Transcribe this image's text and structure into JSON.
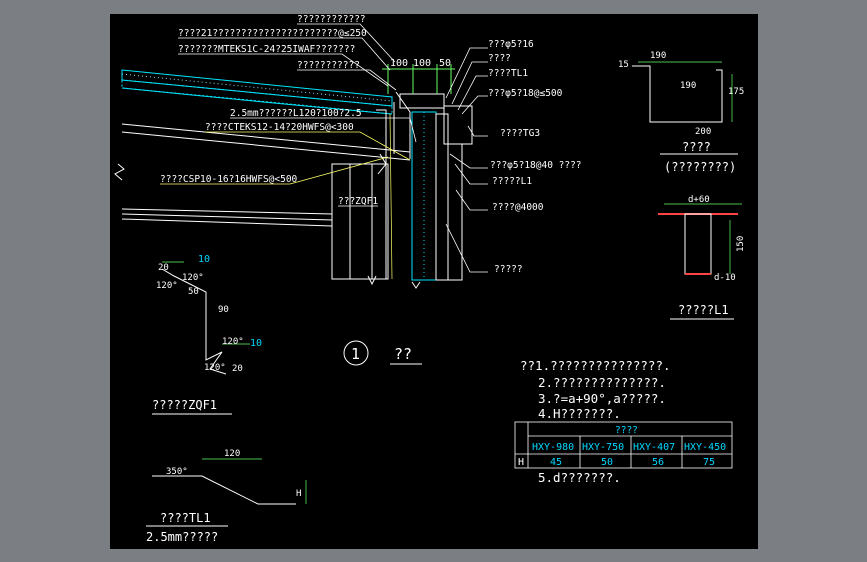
{
  "labels": {
    "l_top": "????????????",
    "l_b": "????21??????????????????????@≤250",
    "l_c": "???????MTEKS1C-24?25IWAF???????",
    "l_d": "???????????",
    "l_e": "2.5mm??????L120?100?2.5",
    "l_f": "????CTEKS12-14?20HWFS@<300",
    "l_g": "????CSP10-16?16HWFS@<500",
    "l_zqf1": "???ZQF1",
    "r1": "???φ5?16",
    "r2": "????",
    "r3": "????TL1",
    "r4": "???φ5?18@≤500",
    "r5": "????TG3",
    "r6": "???φ5?18@40 ????",
    "r7": "?????L1",
    "r8": "????@4000",
    "r9": "?????"
  },
  "dims_top": [
    "100",
    "100",
    "50"
  ],
  "section_no": "1",
  "section_title": "??",
  "tg3": {
    "dims": [
      "15",
      "190",
      "190",
      "175",
      "200"
    ],
    "caption1": "????",
    "caption2": "(????????)"
  },
  "l1": {
    "dims": [
      "d+60",
      "150",
      "d-10"
    ],
    "caption": "?????L1"
  },
  "zqf1": {
    "dims": [
      "10",
      "20",
      "120°",
      "50",
      "120°",
      "90",
      "120°",
      "10",
      "120°",
      "20"
    ],
    "caption": "?????ZQF1"
  },
  "tl1": {
    "dims": [
      "120",
      "350°",
      "H"
    ],
    "caption1": "????TL1",
    "caption2": "2.5mm?????"
  },
  "notes": {
    "n1": "??1.???????????????.",
    "n2": "2.??????????????.",
    "n3": "3.?=a+90°,a?????.",
    "n4": "4.H???????.",
    "n5": "5.d???????."
  },
  "table": {
    "header": "????",
    "row_label": "H",
    "columns": [
      "HXY-980",
      "HXY-750",
      "HXY-407",
      "HXY-450"
    ],
    "values": [
      "45",
      "50",
      "56",
      "75"
    ]
  }
}
